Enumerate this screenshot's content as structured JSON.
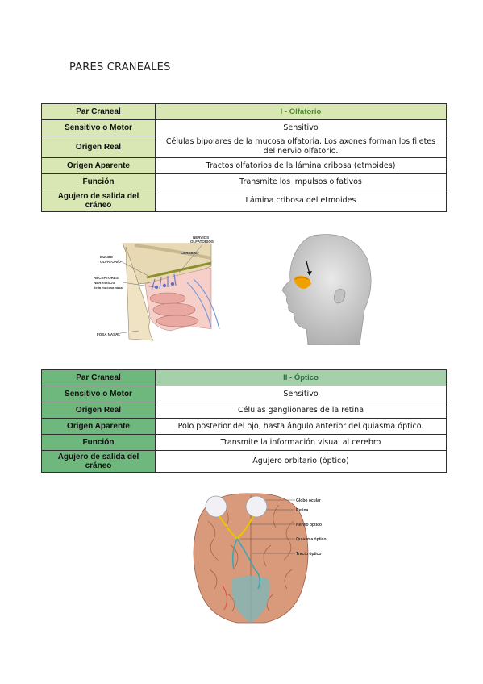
{
  "page": {
    "title": "PARES CRANEALES"
  },
  "nerve1": {
    "rows": [
      {
        "label": "Par Craneal",
        "value": "I - Olfatorio"
      },
      {
        "label": "Sensitivo o Motor",
        "value": "Sensitivo"
      },
      {
        "label": "Origen Real",
        "value": "Células bipolares de la mucosa olfatoria. Los axones forman los filetes del nervio olfatorio."
      },
      {
        "label": "Origen Aparente",
        "value": "Tractos olfatorios de la lámina cribosa (etmoides)"
      },
      {
        "label": "Función",
        "value": "Transmite los impulsos olfativos"
      },
      {
        "label": "Agujero de salida del cráneo",
        "value": "Lámina cribosa del etmoides"
      }
    ],
    "figure_labels": {
      "nervios": "NERVIOS",
      "olfatorios": "OLFATORIOS",
      "cerebro": "CEREBRO",
      "bulbo": "BULBO",
      "olfatorio": "OLFATORIO",
      "receptores": "RECEPTORES",
      "nerviosos": "NERVIOSOS",
      "mucosa": "de la mucosa nasal",
      "fosa": "FOSA NASAL"
    }
  },
  "nerve2": {
    "rows": [
      {
        "label": "Par Craneal",
        "value": "II - Óptico"
      },
      {
        "label": "Sensitivo o Motor",
        "value": "Sensitivo"
      },
      {
        "label": "Origen Real",
        "value": "Células ganglionares de la retina"
      },
      {
        "label": "Origen Aparente",
        "value": "Polo posterior del ojo, hasta ángulo anterior del quiasma óptico."
      },
      {
        "label": "Función",
        "value": "Transmite la información visual al cerebro"
      },
      {
        "label": "Agujero de salida del cráneo",
        "value": "Agujero orbitario (óptico)"
      }
    ],
    "figure_labels": {
      "globo": "Globo ocular",
      "retina": "Retina",
      "nervio": "Nervio óptico",
      "quiasma": "Quiasma óptico",
      "tracto": "Tracto óptico"
    }
  },
  "colors": {
    "table1_header": "#d8e7b3",
    "table1_accent_text": "#4f8a2f",
    "table2_label": "#6fb87d",
    "table2_header": "#a4d1aa",
    "table2_accent_text": "#2f6e3f",
    "brain_tissue": "#d99a7c",
    "olfactory_bulb": "#f0a000"
  }
}
